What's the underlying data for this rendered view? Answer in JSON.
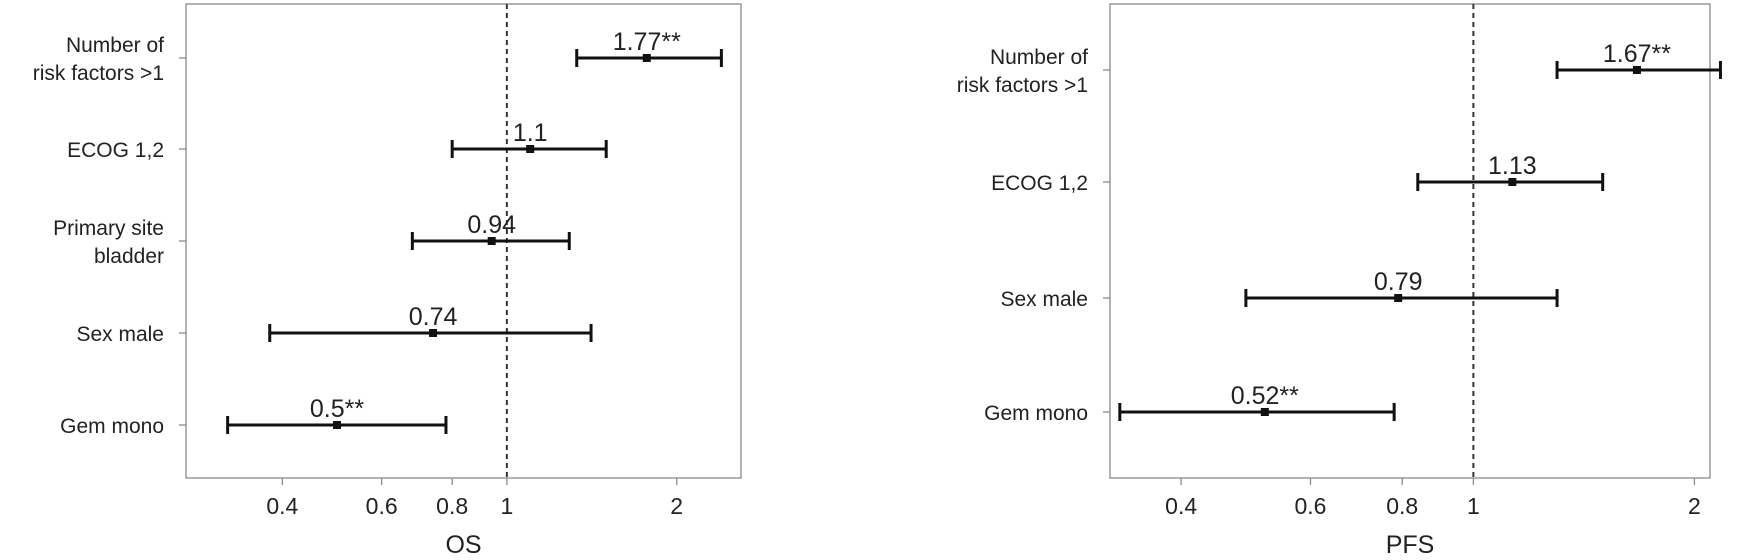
{
  "colors": {
    "line": "#111111",
    "frame": "#8a8a8a",
    "refline": "#333333",
    "text": "#222222"
  },
  "chart_data": [
    {
      "type": "forest",
      "xlabel": "OS",
      "xscale": "log",
      "xlim": [
        0.27,
        2.6
      ],
      "ticks": [
        0.4,
        0.6,
        0.8,
        1,
        2
      ],
      "tick_labels": [
        "0.4",
        "0.6",
        "0.8",
        "1",
        "2"
      ],
      "reference_line": 1,
      "rows": [
        {
          "label_lines": [
            "Number of",
            "risk factors >1"
          ],
          "estimate": 1.77,
          "lower": 1.33,
          "upper": 2.4,
          "annotation": "1.77**"
        },
        {
          "label_lines": [
            "ECOG 1,2"
          ],
          "estimate": 1.1,
          "lower": 0.8,
          "upper": 1.5,
          "annotation": "1.1"
        },
        {
          "label_lines": [
            "Primary site",
            "bladder"
          ],
          "estimate": 0.94,
          "lower": 0.68,
          "upper": 1.29,
          "annotation": "0.94"
        },
        {
          "label_lines": [
            "Sex male"
          ],
          "estimate": 0.74,
          "lower": 0.38,
          "upper": 1.41,
          "annotation": "0.74"
        },
        {
          "label_lines": [
            "Gem mono"
          ],
          "estimate": 0.5,
          "lower": 0.32,
          "upper": 0.78,
          "annotation": "0.5**"
        }
      ]
    },
    {
      "type": "forest",
      "xlabel": "PFS",
      "xscale": "log",
      "xlim": [
        0.32,
        2.1
      ],
      "ticks": [
        0.4,
        0.6,
        0.8,
        1,
        2
      ],
      "tick_labels": [
        "0.4",
        "0.6",
        "0.8",
        "1",
        "2"
      ],
      "reference_line": 1,
      "rows": [
        {
          "label_lines": [
            "Number of",
            "risk factors >1"
          ],
          "estimate": 1.67,
          "lower": 1.3,
          "upper": 2.17,
          "annotation": "1.67**"
        },
        {
          "label_lines": [
            "ECOG 1,2"
          ],
          "estimate": 1.13,
          "lower": 0.84,
          "upper": 1.5,
          "annotation": "1.13"
        },
        {
          "label_lines": [
            "Sex male"
          ],
          "estimate": 0.79,
          "lower": 0.49,
          "upper": 1.3,
          "annotation": "0.79"
        },
        {
          "label_lines": [
            "Gem mono"
          ],
          "estimate": 0.52,
          "lower": 0.33,
          "upper": 0.78,
          "annotation": "0.52**"
        }
      ]
    }
  ]
}
